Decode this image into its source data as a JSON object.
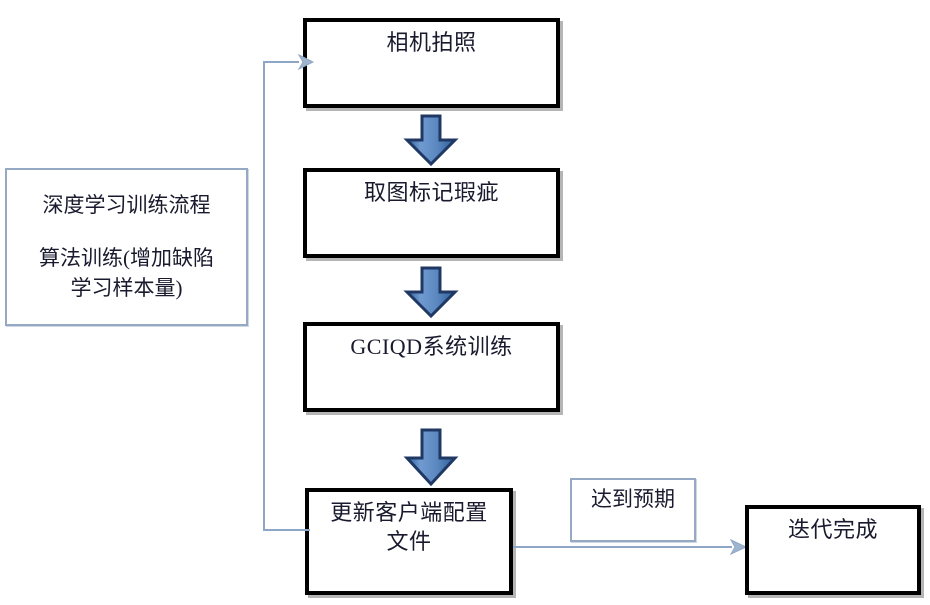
{
  "diagram": {
    "title_note": {
      "line1": "深度学习训练流程",
      "line2": "算法训练(增加缺陷\n学习样本量)"
    },
    "nodes": [
      {
        "id": "camera",
        "label": "相机拍照"
      },
      {
        "id": "mark",
        "label": "取图标记瑕疵"
      },
      {
        "id": "train",
        "label": "GCIQD系统训练"
      },
      {
        "id": "update",
        "label": "更新客户端配置\n文件"
      },
      {
        "id": "done",
        "label": "迭代完成"
      }
    ],
    "edge_labels": [
      {
        "id": "expected",
        "label": "达到预期"
      }
    ],
    "colors": {
      "node_border": "#000000",
      "note_border": "#95a8c4",
      "arrow_fill_light": "#6f9bd1",
      "arrow_fill_dark": "#2f5f96",
      "arrow_outline": "#1f3864",
      "connector_line": "#8fa7c6",
      "text": "#1a1a2e",
      "background": "#ffffff"
    }
  }
}
